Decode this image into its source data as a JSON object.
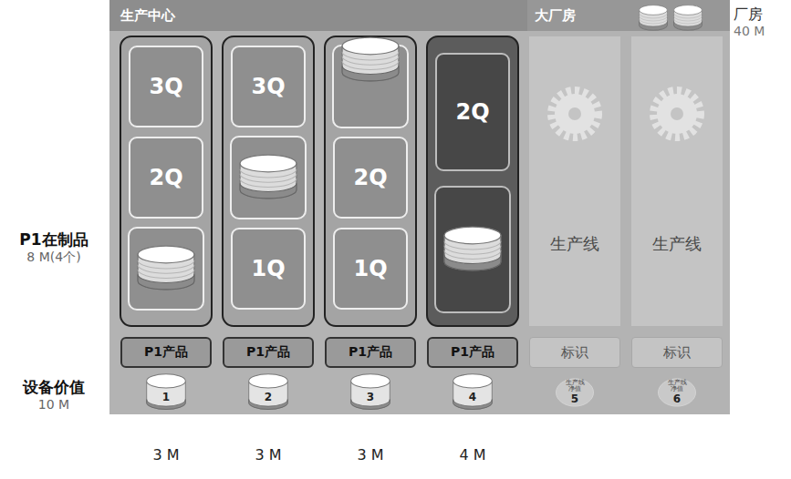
{
  "diagram": {
    "nodes": [
      {
        "text": [
          "生产中心"
        ]
      },
      {
        "text": [
          "大厂房"
        ],
        "in": 0
      },
      {
        "text": [
          "3Q"
        ],
        "in": 0
      },
      {
        "text": [
          "2Q"
        ],
        "in": 0
      },
      {
        "text": [
          "3Q"
        ],
        "in": 0
      },
      {
        "text": [
          "1Q"
        ],
        "in": 0
      },
      {
        "text": [
          "2Q"
        ],
        "in": 0
      },
      {
        "text": [
          "1Q"
        ],
        "in": 0
      },
      {
        "text": [
          "2Q"
        ],
        "in": 0
      },
      {
        "text": [
          "生产线"
        ],
        "in": 0
      },
      {
        "text": [
          "生产线"
        ],
        "in": 0
      },
      {
        "text": [
          "P1产品"
        ],
        "in": 0
      },
      {
        "text": [
          "P1产品"
        ],
        "in": 0
      },
      {
        "text": [
          "P1产品"
        ],
        "in": 0
      },
      {
        "text": [
          "P1产品"
        ],
        "in": 0
      },
      {
        "text": [
          "标识"
        ],
        "in": 0
      },
      {
        "text": [
          "标识"
        ],
        "in": 0
      },
      {
        "text": [
          "1"
        ],
        "in": 0
      },
      {
        "text": [
          "2"
        ],
        "in": 0
      },
      {
        "text": [
          "3"
        ],
        "in": 0
      },
      {
        "text": [
          "4"
        ],
        "in": 0
      },
      {
        "text": [
          "生产线净值",
          "5"
        ],
        "in": 0
      },
      {
        "text": [
          "生产线净值",
          "6"
        ],
        "in": 0
      }
    ],
    "labels": [
      "厂房",
      "40 M",
      "P1在制品",
      "8 M(4个)",
      "设备价值",
      "10 M",
      "3 M",
      "3 M",
      "3 M",
      "4 M"
    ]
  }
}
